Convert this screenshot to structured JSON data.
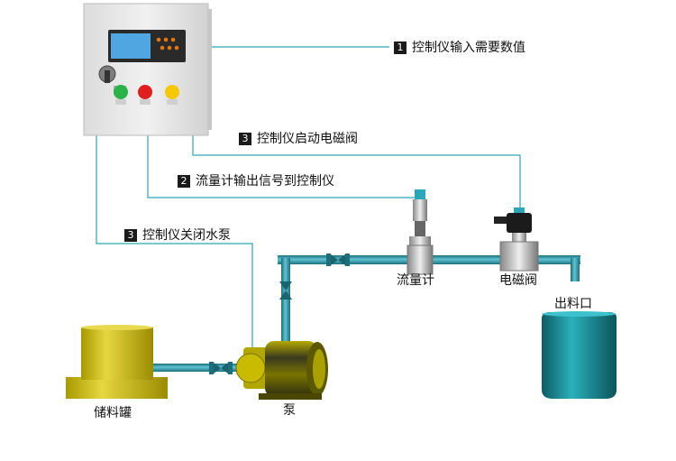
{
  "annotations": [
    {
      "number": "1",
      "text": "控制仪输入需要数值"
    },
    {
      "number": "3",
      "text": "控制仪启动电磁阀"
    },
    {
      "number": "2",
      "text": "流量计输出信号到控制仪"
    },
    {
      "number": "3",
      "text": "控制仪关闭水泵"
    }
  ],
  "components": {
    "flowmeter": "流量计",
    "solenoid_valve": "电磁阀",
    "outlet": "出料口",
    "storage_tank": "储料罐",
    "pump": "泵"
  },
  "colors": {
    "signal_line": "#2aa7b8",
    "pipe": "#2a8fa0",
    "tank": "#c9b800",
    "outlet_bucket": "#157d86",
    "panel": "#e9e9e9"
  }
}
